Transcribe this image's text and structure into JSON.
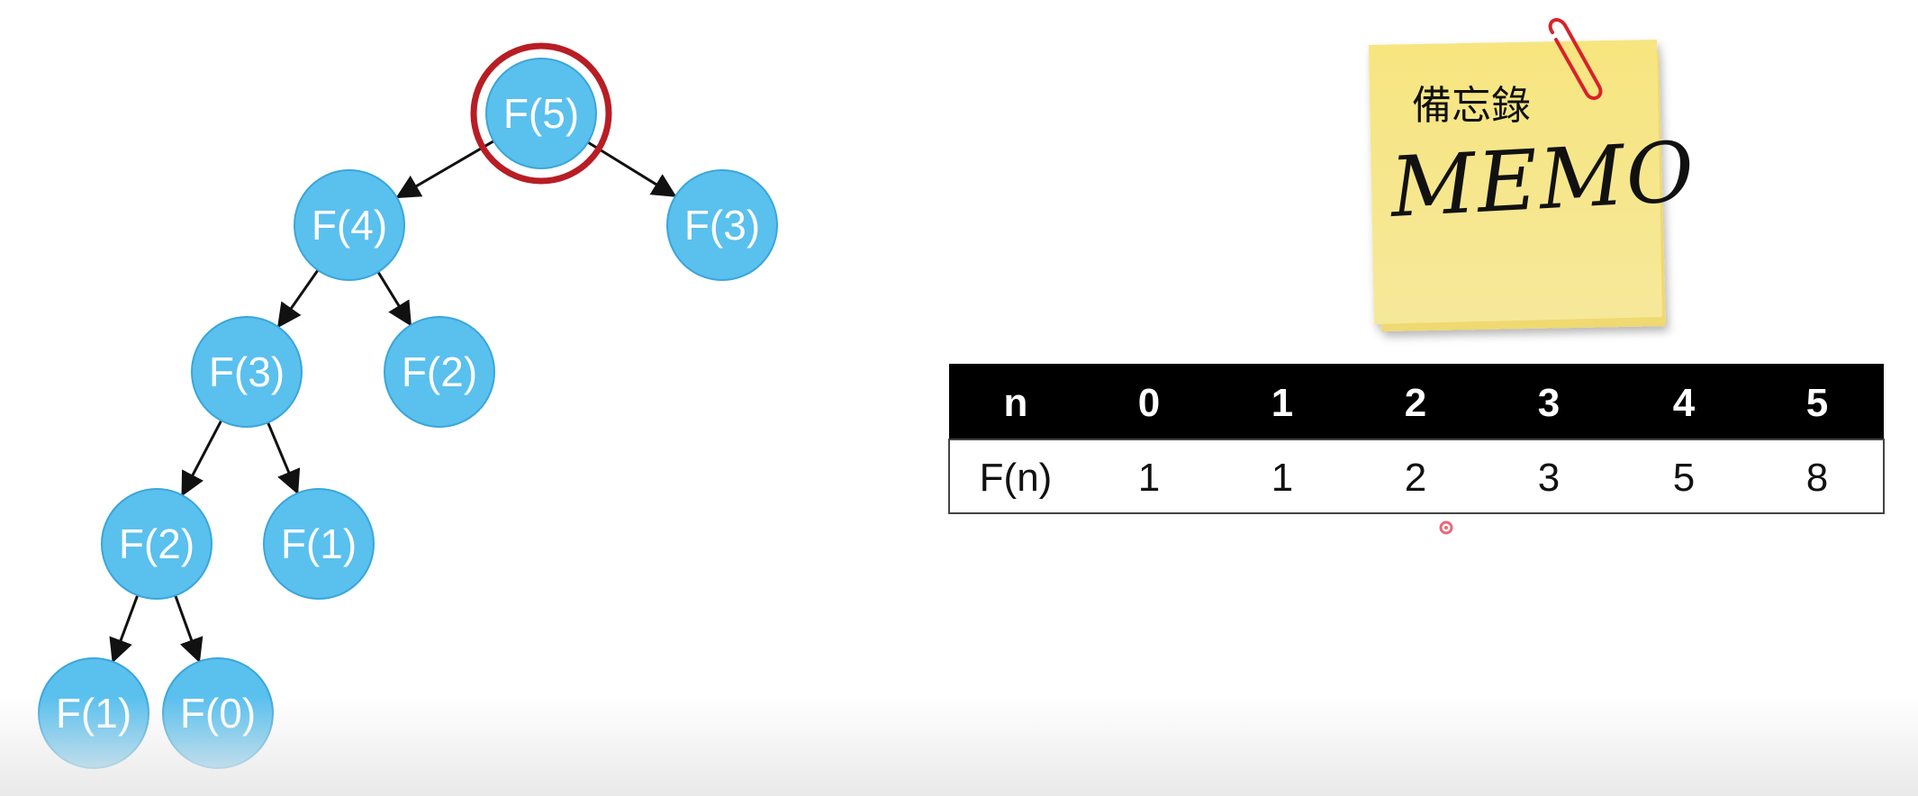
{
  "tree": {
    "nodes": [
      {
        "id": "n5",
        "label": "F(5)",
        "highlighted": true
      },
      {
        "id": "n4",
        "label": "F(4)"
      },
      {
        "id": "n3r",
        "label": "F(3)"
      },
      {
        "id": "n3",
        "label": "F(3)"
      },
      {
        "id": "n2r",
        "label": "F(2)"
      },
      {
        "id": "n2",
        "label": "F(2)"
      },
      {
        "id": "n1r",
        "label": "F(1)"
      },
      {
        "id": "n1",
        "label": "F(1)"
      },
      {
        "id": "n0",
        "label": "F(0)"
      }
    ],
    "edges": [
      [
        "n5",
        "n4"
      ],
      [
        "n5",
        "n3r"
      ],
      [
        "n4",
        "n3"
      ],
      [
        "n4",
        "n2r"
      ],
      [
        "n3",
        "n2"
      ],
      [
        "n3",
        "n1r"
      ],
      [
        "n2",
        "n1"
      ],
      [
        "n2",
        "n0"
      ]
    ],
    "colors": {
      "node": "#5ac0ee",
      "node_stroke": "#3aa6da",
      "highlight_ring": "#b81d24",
      "edge": "#111111"
    }
  },
  "memo": {
    "title_cjk": "備忘錄",
    "title_en": "MEMO",
    "colors": {
      "note": "#f8e88a",
      "clip": "#d8222a"
    }
  },
  "table": {
    "header_label": "n",
    "row_label": "F(n)",
    "n": [
      "0",
      "1",
      "2",
      "3",
      "4",
      "5"
    ],
    "fn": [
      "1",
      "1",
      "2",
      "3",
      "5",
      "8"
    ],
    "colors": {
      "header_bg": "#000000",
      "header_text": "#ffffff"
    }
  }
}
